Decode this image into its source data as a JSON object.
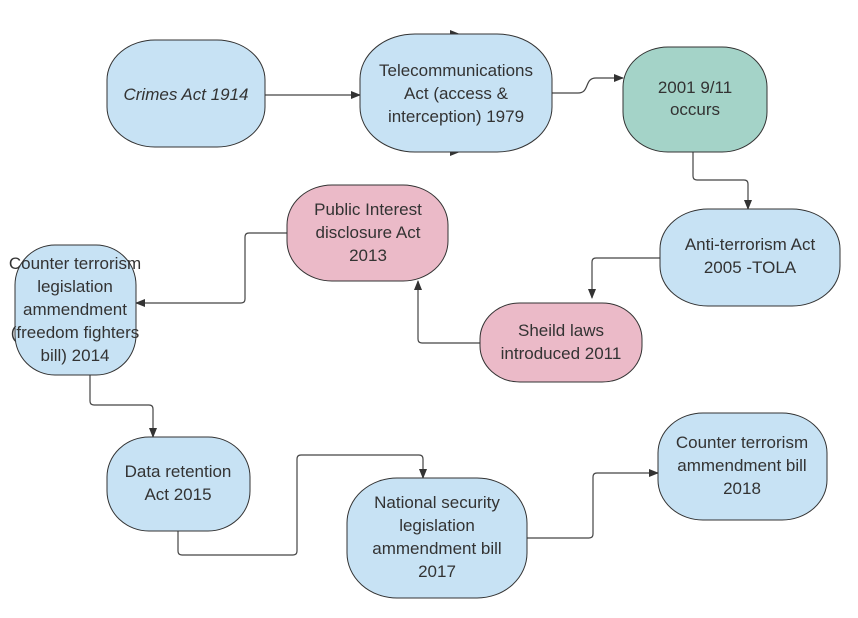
{
  "colors": {
    "blue": "#c7e2f4",
    "green": "#a4d3c8",
    "pink": "#ebbac8"
  },
  "nodes": {
    "crimes": {
      "lines": [
        "Crimes Act 1914"
      ]
    },
    "telecom": {
      "lines": [
        "Telecommunications",
        "Act (access &",
        "interception) 1979"
      ]
    },
    "nine_eleven": {
      "lines": [
        "2001 9/11",
        "occurs"
      ]
    },
    "anti_terror": {
      "lines": [
        "Anti-terrorism Act",
        "2005 -TOLA"
      ]
    },
    "sheild": {
      "lines": [
        "Sheild laws",
        "introduced 2011"
      ]
    },
    "public_interest": {
      "lines": [
        "Public Interest",
        "disclosure Act",
        "2013"
      ]
    },
    "counter_2014": {
      "lines": [
        "Counter terrorism",
        "legislation",
        "ammendment",
        "(freedom fighters",
        "bill) 2014"
      ]
    },
    "data_retention": {
      "lines": [
        "Data retention",
        "Act 2015"
      ]
    },
    "national_security": {
      "lines": [
        "National security",
        "legislation",
        "ammendment bill",
        "2017"
      ]
    },
    "counter_2018": {
      "lines": [
        "Counter terrorism",
        "ammendment bill",
        "2018"
      ]
    }
  }
}
